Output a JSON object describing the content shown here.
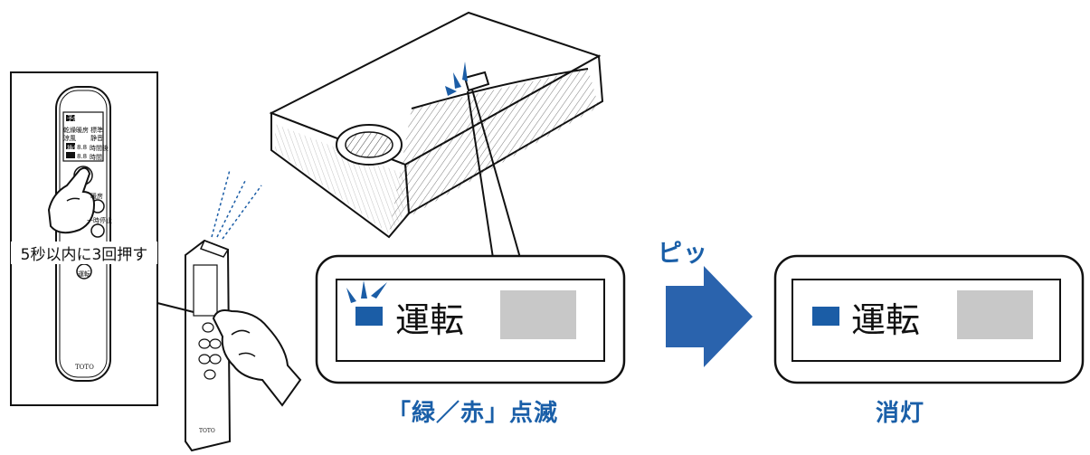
{
  "remote": {
    "display_lines": [
      "予約",
      "乾燥暖房",
      "涼風",
      "標準",
      "静音",
      "換気",
      "8.8",
      "時間後",
      "時間"
    ],
    "buttons": [
      "暖房",
      "一時停止",
      "運転"
    ],
    "brand": "TOTO",
    "caption": "5秒以内に3回押す"
  },
  "indicator_label": "運転",
  "beep_text": "ピッ",
  "status_left": "「緑／赤」点滅",
  "status_right": "消灯",
  "colors": {
    "accent_blue": "#1a5fa8",
    "lamp_blue": "#1b5da6",
    "arrow_blue": "#2a63ad",
    "display_gray": "#c8c8c8"
  }
}
